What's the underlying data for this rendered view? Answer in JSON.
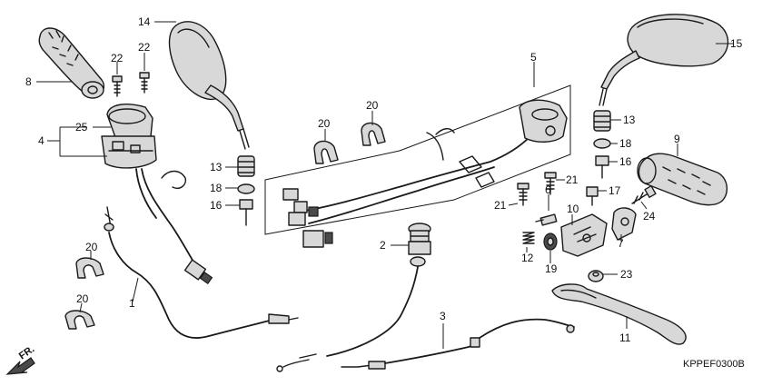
{
  "callouts": {
    "c1": "1",
    "c2": "2",
    "c3": "3",
    "c4": "4",
    "c5": "5",
    "c6": "6",
    "c7": "7",
    "c8": "8",
    "c9": "9",
    "c10": "10",
    "c11": "11",
    "c12": "12",
    "c13a": "13",
    "c13b": "13",
    "c14": "14",
    "c15": "15",
    "c16a": "16",
    "c16b": "16",
    "c17": "17",
    "c18a": "18",
    "c18b": "18",
    "c19": "19",
    "c20a": "20",
    "c20b": "20",
    "c20c": "20",
    "c20d": "20",
    "c21a": "21",
    "c21b": "21",
    "c22a": "22",
    "c22b": "22",
    "c23": "23",
    "c24": "24",
    "c25": "25"
  },
  "direction_label": "FR.",
  "diagram_code": "KPPEF0300B"
}
